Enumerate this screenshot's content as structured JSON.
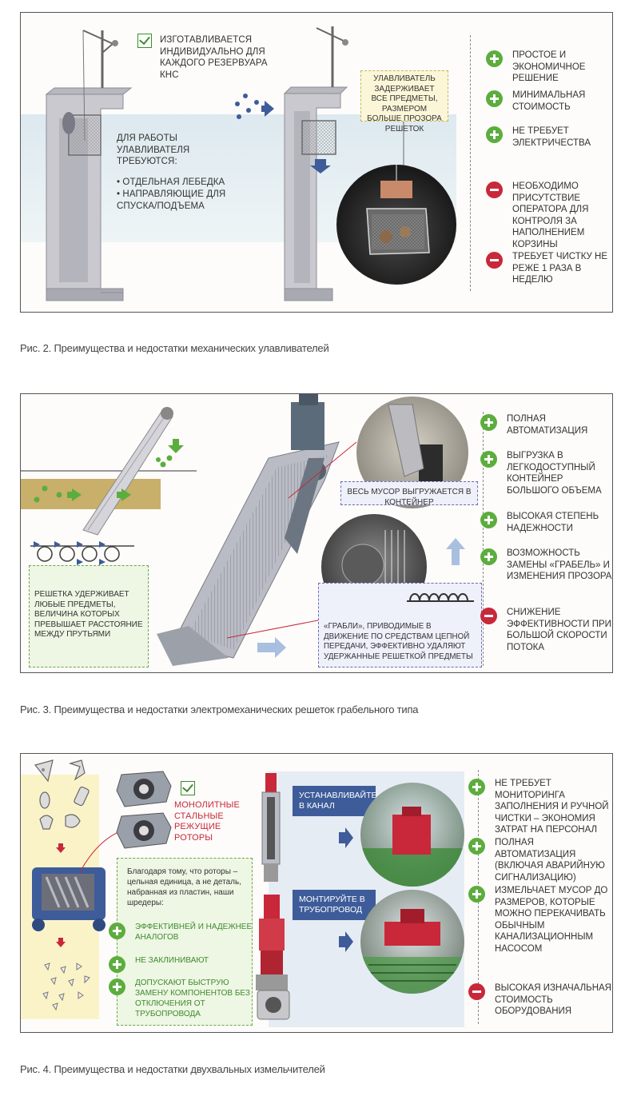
{
  "figure2": {
    "caption": "Рис. 2. Преимущества и недостатки механических улавливателей",
    "check_text": "Изготавливается индивидуально для каждого резервуара КНС",
    "requirements_title": "Для работы улавливателя требуются:",
    "requirements": [
      "• Отдельная лебедка",
      "• Направляющие для спуска/подъема"
    ],
    "callout": "Улавливатель задерживает все предметы, размером больше прозора решеток",
    "pros": [
      "Простое и экономичное решение",
      "Минимальная стоимость",
      "Не требует электричества"
    ],
    "cons": [
      "Необходимо присутствие оператора для контроля за наполнением корзины",
      "Требует чистку не реже 1 раза в неделю"
    ]
  },
  "figure3": {
    "caption": "Рис. 3. Преимущества и недостатки электромеханических решеток грабельного типа",
    "grid_text": "Решетка удерживает любые предметы, величина которых превышает расстояние между прутьями",
    "container_text": "Весь мусор выгружается в контейнер",
    "rakes_text": "«Грабли», приводимые в движение по средствам цепной передачи, эффективно удаляют удержанные решеткой предметы",
    "pros": [
      "Полная автоматизация",
      "Выгрузка в легкодоступный контейнер большого объема",
      "Высокая степень надежности",
      "Возможность замены «грабель» и изменения прозора"
    ],
    "cons": [
      "Снижение эффективности при большой скорости потока"
    ]
  },
  "figure4": {
    "caption": "Рис. 4. Преимущества и недостатки двухвальных измельчителей",
    "rotor_title": "Монолитные стальные режущие роторы",
    "intro_text": "Благодаря тому, что роторы – цельная единица, а не деталь, набранная из пластин, наши шредеры:",
    "benefits": [
      "Эффективней и надежнее аналогов",
      "Не заклинивают",
      "Допускают быструю замену компонентов без отключения от трубопровода"
    ],
    "install_channel": "Устанавливайте в канал",
    "install_pipe": "Монтируйте в трубопровод",
    "pros": [
      "Не требует мониторинга заполнения и ручной чистки – экономия затрат на персонал",
      "Полная автоматизация (включая аварийную сигнализацию)",
      "Измельчает мусор до размеров, которые можно перекачивать обычным канализационным насосом"
    ],
    "cons": [
      "Высокая изначальная стоимость оборудования"
    ]
  },
  "colors": {
    "plus": "#5cad3e",
    "minus": "#c8283a",
    "label_blue": "#3d5c99",
    "rotor_title_red": "#c8283a"
  }
}
